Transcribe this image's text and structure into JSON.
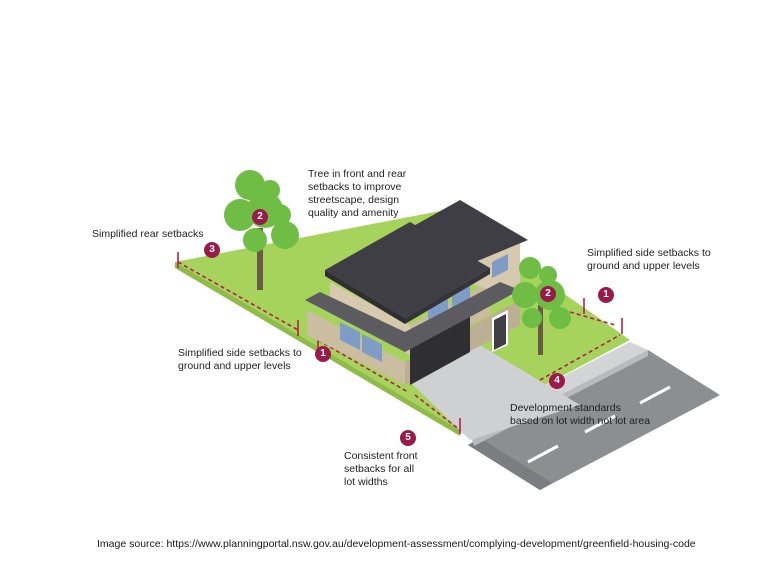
{
  "colors": {
    "lawn": "#a6d35c",
    "roof": "#3e3e44",
    "wall": "#d6c9ad",
    "window": "#7f9cc7",
    "concrete": "#d3d4d6",
    "road": "#8d8e90",
    "setback_line": "#b51f4c",
    "badge": "#9b1b48",
    "tree_leaves": "#6fbd45",
    "tree_trunk": "#6c5a48"
  },
  "callouts": {
    "tree": "Tree in front and rear\nsetbacks to improve\nstreetscape, design\nquality and amenity",
    "rear": "Simplified rear setbacks",
    "side_right": "Simplified side setbacks to\nground and upper levels",
    "side_left": "Simplified side setbacks to\nground and upper levels",
    "standards": "Development standards\nbased on lot width not lot area",
    "front": "Consistent front\nsetbacks for all\nlot widths"
  },
  "badges": {
    "tree_rear": "2",
    "tree_front": "2",
    "rear": "3",
    "side_right": "1",
    "side_left": "1",
    "standards": "4",
    "front": "5"
  },
  "source": "Image source: https://www.planningportal.nsw.gov.au/development-assessment/complying-development/greenfield-housing-code"
}
